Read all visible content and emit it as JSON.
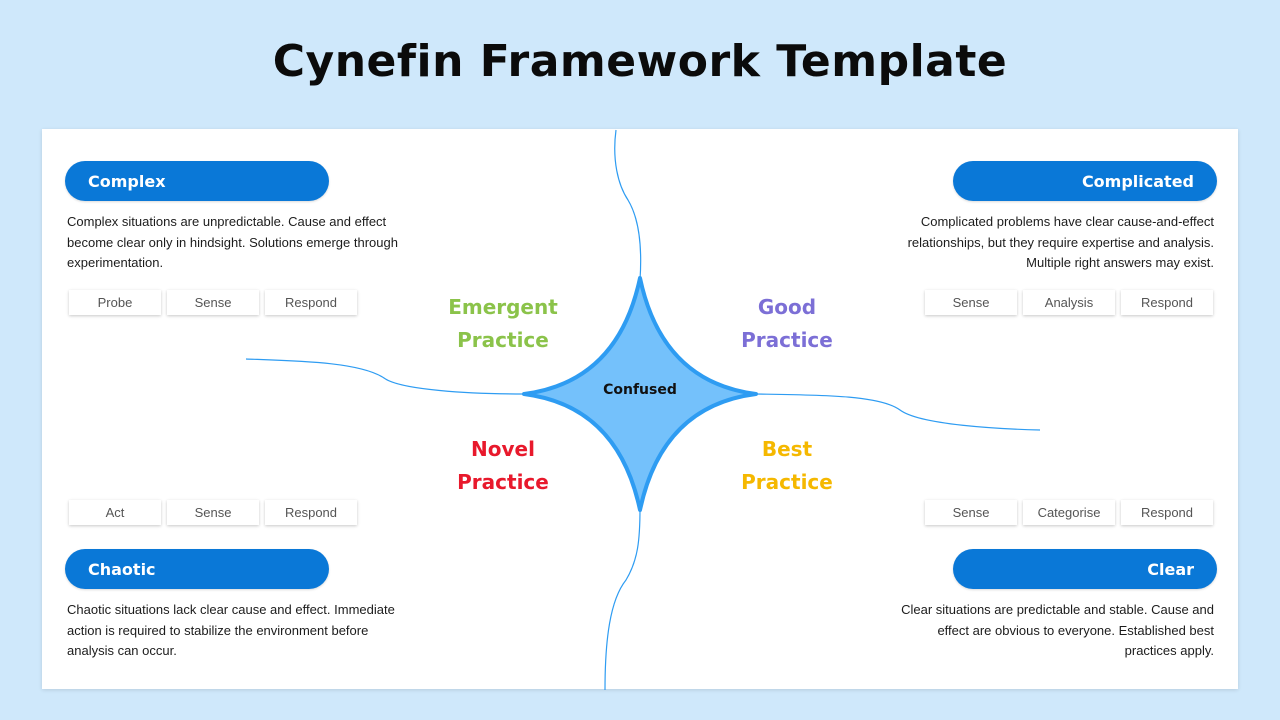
{
  "title": "Cynefin Framework Template",
  "center": {
    "label": "Confused"
  },
  "colors": {
    "background": "#cfe8fb",
    "pill": "#0a78d7",
    "star_fill": "#74c1fb",
    "star_stroke": "#2e9cf2",
    "emergent": "#8bc34a",
    "good": "#7c6fd6",
    "novel": "#e8192c",
    "best": "#f5b800"
  },
  "quadrants": {
    "complex": {
      "label": "Complex",
      "description": [
        "Complex situations are unpredictable. Cause and effect",
        "become clear only in hindsight. Solutions emerge through",
        "experimentation."
      ],
      "steps": [
        "Probe",
        "Sense",
        "Respond"
      ]
    },
    "complicated": {
      "label": "Complicated",
      "description": [
        "Complicated problems have clear cause-and-effect",
        "relationships, but they require expertise and analysis.",
        "Multiple right answers may exist."
      ],
      "steps": [
        "Sense",
        "Analysis",
        "Respond"
      ]
    },
    "chaotic": {
      "label": "Chaotic",
      "description": [
        "Chaotic situations lack clear cause and effect. Immediate",
        "action is required to stabilize the environment before",
        "analysis can occur."
      ],
      "steps": [
        "Act",
        "Sense",
        "Respond"
      ]
    },
    "clear": {
      "label": "Clear",
      "description": [
        "Clear situations are predictable and stable. Cause and",
        "effect are obvious to everyone. Established best",
        "practices apply."
      ],
      "steps": [
        "Sense",
        "Categorise",
        "Respond"
      ]
    }
  },
  "practices": {
    "emergent": [
      "Emergent",
      "Practice"
    ],
    "good": [
      "Good",
      "Practice"
    ],
    "novel": [
      "Novel",
      "Practice"
    ],
    "best": [
      "Best",
      "Practice"
    ]
  }
}
